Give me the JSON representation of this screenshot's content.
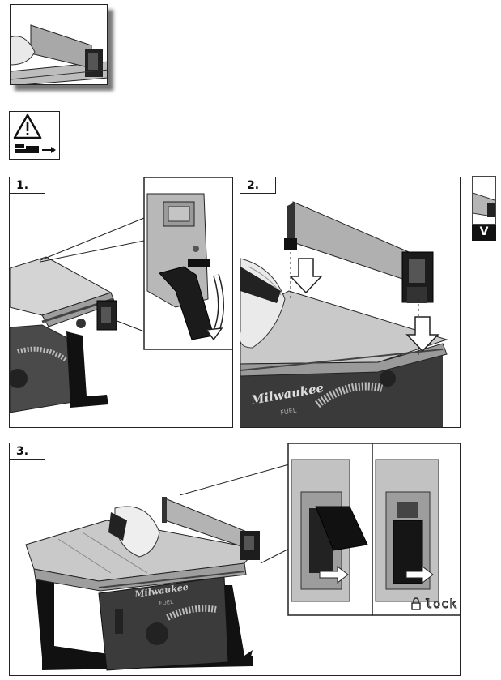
{
  "steps": {
    "step1": {
      "label": "1."
    },
    "step2": {
      "label": "2."
    },
    "step3": {
      "label": "3."
    }
  },
  "side_tab": {
    "label": "V"
  },
  "brand": {
    "name": "Milwaukee",
    "sub": "FUEL"
  },
  "lock": {
    "label": "lock"
  },
  "icons": {
    "warning": "warning-triangle-icon",
    "unplug": "unplug-battery-icon"
  },
  "colors": {
    "ink": "#111111",
    "table": "#c9c9c9",
    "red": "#8a1c22"
  }
}
